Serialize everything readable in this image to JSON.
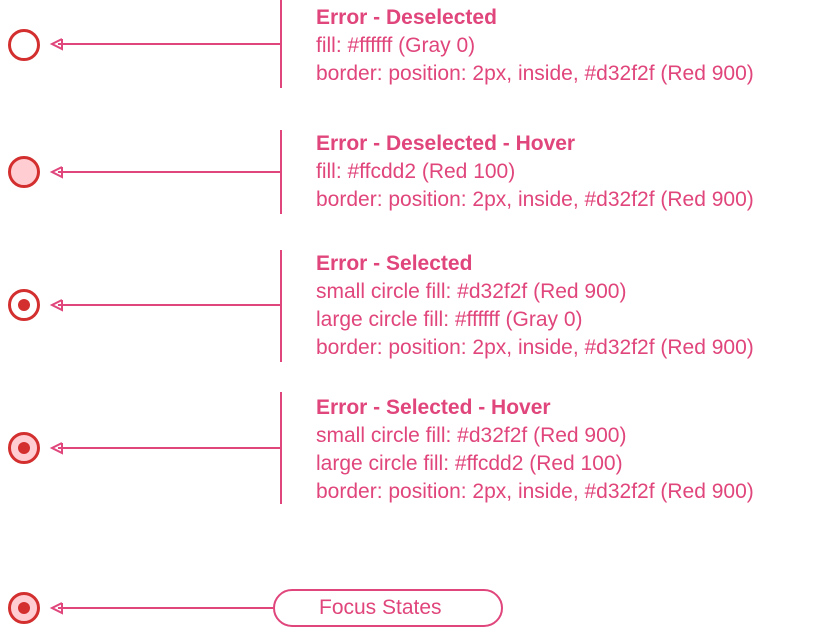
{
  "colors": {
    "annotation": "#e0457b",
    "red900": "#d32f2f",
    "red100": "#ffcdd2",
    "gray0": "#ffffff"
  },
  "states": [
    {
      "title": "Error - Deselected",
      "lines": [
        "fill: #ffffff (Gray 0)",
        "border: position: 2px, inside, #d32f2f (Red 900)"
      ]
    },
    {
      "title": "Error - Deselected - Hover",
      "lines": [
        "fill: #ffcdd2 (Red 100)",
        "border: position: 2px, inside, #d32f2f (Red 900)"
      ]
    },
    {
      "title": "Error - Selected",
      "lines": [
        "small circle fill: #d32f2f (Red 900)",
        "large circle fill: #ffffff (Gray 0)",
        "border: position: 2px, inside, #d32f2f (Red 900)"
      ]
    },
    {
      "title": "Error - Selected - Hover",
      "lines": [
        "small circle fill: #d32f2f (Red 900)",
        "large circle fill: #ffcdd2 (Red 100)",
        "border: position: 2px, inside, #d32f2f (Red 900)"
      ]
    }
  ],
  "focus": {
    "label": "Focus States"
  }
}
